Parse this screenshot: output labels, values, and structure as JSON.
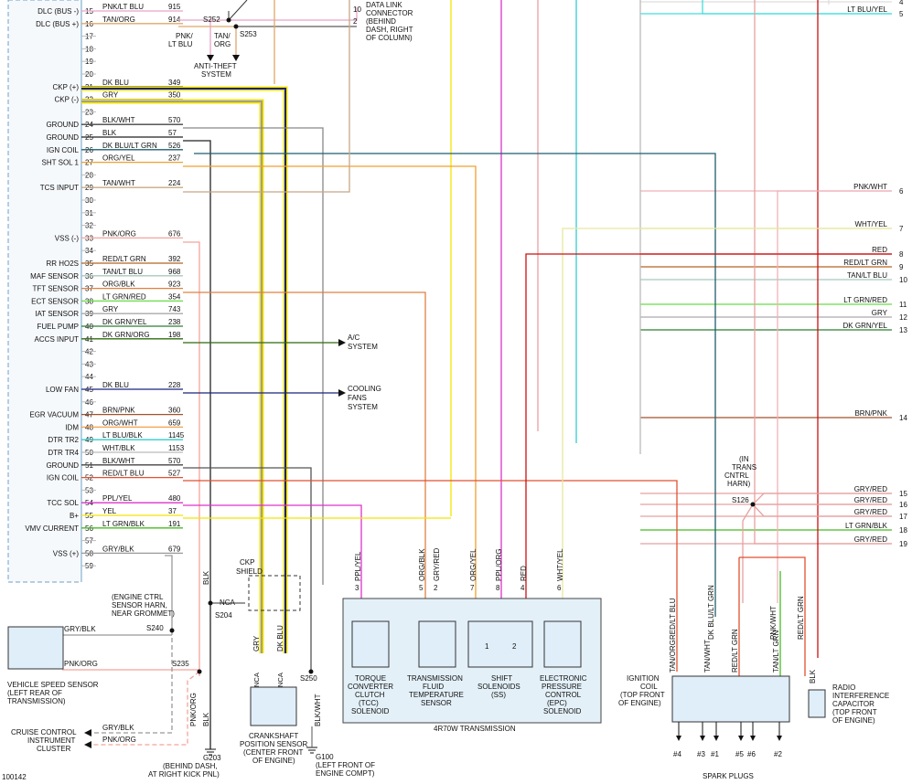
{
  "pcm_pins": [
    {
      "num": 15,
      "name": "DLC (BUS -)",
      "color_label": "PNK/LT BLU",
      "circuit": "915",
      "wire_color": "#e8a3c7"
    },
    {
      "num": 16,
      "name": "DLC (BUS +)",
      "color_label": "TAN/ORG",
      "circuit": "914",
      "wire_color": "#e0a86a"
    },
    {
      "num": 17,
      "name": "",
      "color_label": "",
      "circuit": "",
      "wire_color": ""
    },
    {
      "num": 18,
      "name": "",
      "color_label": "",
      "circuit": "",
      "wire_color": ""
    },
    {
      "num": 19,
      "name": "",
      "color_label": "",
      "circuit": "",
      "wire_color": ""
    },
    {
      "num": 20,
      "name": "",
      "color_label": "",
      "circuit": "",
      "wire_color": ""
    },
    {
      "num": 21,
      "name": "CKP (+)",
      "color_label": "DK BLU",
      "circuit": "349",
      "wire_color": "#1a237e"
    },
    {
      "num": 22,
      "name": "CKP (-)",
      "color_label": "GRY",
      "circuit": "350",
      "wire_color": "#9e9e9e"
    },
    {
      "num": 23,
      "name": "",
      "color_label": "",
      "circuit": "",
      "wire_color": ""
    },
    {
      "num": 24,
      "name": "GROUND",
      "color_label": "BLK/WHT",
      "circuit": "570",
      "wire_color": "#444444"
    },
    {
      "num": 25,
      "name": "GROUND",
      "color_label": "BLK",
      "circuit": "57",
      "wire_color": "#222222"
    },
    {
      "num": 26,
      "name": "IGN COIL",
      "color_label": "DK BLU/LT GRN",
      "circuit": "526",
      "wire_color": "#1f5e6e"
    },
    {
      "num": 27,
      "name": "SHT SOL 1",
      "color_label": "ORG/YEL",
      "circuit": "237",
      "wire_color": "#f0a030"
    },
    {
      "num": 28,
      "name": "",
      "color_label": "",
      "circuit": "",
      "wire_color": ""
    },
    {
      "num": 29,
      "name": "TCS INPUT",
      "color_label": "TAN/WHT",
      "circuit": "224",
      "wire_color": "#c8a884"
    },
    {
      "num": 30,
      "name": "",
      "color_label": "",
      "circuit": "",
      "wire_color": ""
    },
    {
      "num": 31,
      "name": "",
      "color_label": "",
      "circuit": "",
      "wire_color": ""
    },
    {
      "num": 32,
      "name": "",
      "color_label": "",
      "circuit": "",
      "wire_color": ""
    },
    {
      "num": 33,
      "name": "VSS (-)",
      "color_label": "PNK/ORG",
      "circuit": "676",
      "wire_color": "#f4a49a"
    },
    {
      "num": 34,
      "name": "",
      "color_label": "",
      "circuit": "",
      "wire_color": ""
    },
    {
      "num": 35,
      "name": "RR HO2S",
      "color_label": "RED/LT GRN",
      "circuit": "392",
      "wire_color": "#b5651d"
    },
    {
      "num": 36,
      "name": "MAF SENSOR",
      "color_label": "TAN/LT BLU",
      "circuit": "968",
      "wire_color": "#a8c8c0"
    },
    {
      "num": 37,
      "name": "TFT SENSOR",
      "color_label": "ORG/BLK",
      "circuit": "923",
      "wire_color": "#e08040"
    },
    {
      "num": 38,
      "name": "ECT SENSOR",
      "color_label": "LT GRN/RED",
      "circuit": "354",
      "wire_color": "#66dd44"
    },
    {
      "num": 39,
      "name": "IAT SENSOR",
      "color_label": "GRY",
      "circuit": "743",
      "wire_color": "#aaaaaa"
    },
    {
      "num": 40,
      "name": "FUEL PUMP",
      "color_label": "DK GRN/YEL",
      "circuit": "238",
      "wire_color": "#2e7d32"
    },
    {
      "num": 41,
      "name": "ACCS INPUT",
      "color_label": "DK GRN/ORG",
      "circuit": "198",
      "wire_color": "#2e6b10"
    },
    {
      "num": 42,
      "name": "",
      "color_label": "",
      "circuit": "",
      "wire_color": ""
    },
    {
      "num": 43,
      "name": "",
      "color_label": "",
      "circuit": "",
      "wire_color": ""
    },
    {
      "num": 44,
      "name": "",
      "color_label": "",
      "circuit": "",
      "wire_color": ""
    },
    {
      "num": 45,
      "name": "LOW FAN",
      "color_label": "DK BLU",
      "circuit": "228",
      "wire_color": "#1a237e"
    },
    {
      "num": 46,
      "name": "",
      "color_label": "",
      "circuit": "",
      "wire_color": ""
    },
    {
      "num": 47,
      "name": "EGR VACUUM",
      "color_label": "BRN/PNK",
      "circuit": "360",
      "wire_color": "#a0522d"
    },
    {
      "num": 48,
      "name": "IDM",
      "color_label": "ORG/WHT",
      "circuit": "659",
      "wire_color": "#f5a04a"
    },
    {
      "num": 49,
      "name": "DTR TR2",
      "color_label": "LT BLU/BLK",
      "circuit": "1145",
      "wire_color": "#33cccc"
    },
    {
      "num": 50,
      "name": "DTR TR4",
      "color_label": "WHT/BLK",
      "circuit": "1153",
      "wire_color": "#bbbbbb"
    },
    {
      "num": 51,
      "name": "GROUND",
      "color_label": "BLK/WHT",
      "circuit": "570",
      "wire_color": "#444444"
    },
    {
      "num": 52,
      "name": "IGN COIL",
      "color_label": "RED/LT BLU",
      "circuit": "527",
      "wire_color": "#e05030"
    },
    {
      "num": 53,
      "name": "",
      "color_label": "",
      "circuit": "",
      "wire_color": ""
    },
    {
      "num": 54,
      "name": "TCC SOL",
      "color_label": "PPL/YEL",
      "circuit": "480",
      "wire_color": "#dd33cc"
    },
    {
      "num": 55,
      "name": "B+",
      "color_label": "YEL",
      "circuit": "37",
      "wire_color": "#f5e400"
    },
    {
      "num": 56,
      "name": "VMV CURRENT",
      "color_label": "LT GRN/BLK",
      "circuit": "191",
      "wire_color": "#44bb22"
    },
    {
      "num": 57,
      "name": "",
      "color_label": "",
      "circuit": "",
      "wire_color": ""
    },
    {
      "num": 58,
      "name": "VSS (+)",
      "color_label": "GRY/BLK",
      "circuit": "679",
      "wire_color": "#999999"
    },
    {
      "num": 59,
      "name": "",
      "color_label": "",
      "circuit": "",
      "wire_color": ""
    }
  ],
  "right_terminals": [
    {
      "num": "4",
      "label": "",
      "color": "#dddddd"
    },
    {
      "num": "5",
      "label": "LT BLU/YEL",
      "color": "#44dddd"
    },
    {
      "num": "6",
      "label": "PNK/WHT",
      "color": "#f0b0b8"
    },
    {
      "num": "7",
      "label": "WHT/YEL",
      "color": "#e8e8a0"
    },
    {
      "num": "8",
      "label": "RED",
      "color": "#cc1111"
    },
    {
      "num": "9",
      "label": "RED/LT GRN",
      "color": "#b5651d"
    },
    {
      "num": "10",
      "label": "TAN/LT BLU",
      "color": "#a8c8c0"
    },
    {
      "num": "11",
      "label": "LT GRN/RED",
      "color": "#66dd44"
    },
    {
      "num": "12",
      "label": "GRY",
      "color": "#aaaaaa"
    },
    {
      "num": "13",
      "label": "DK GRN/YEL",
      "color": "#2e7d32"
    },
    {
      "num": "14",
      "label": "BRN/PNK",
      "color": "#a0522d"
    },
    {
      "num": "15",
      "label": "GRY/RED",
      "color": "#e8a0a0"
    },
    {
      "num": "16",
      "label": "GRY/RED",
      "color": "#e8a0a0"
    },
    {
      "num": "17",
      "label": "GRY/RED",
      "color": "#e8a0a0"
    },
    {
      "num": "18",
      "label": "LT GRN/BLK",
      "color": "#44bb22"
    },
    {
      "num": "19",
      "label": "GRY/RED",
      "color": "#e8a0a0"
    }
  ],
  "labels": {
    "dlc_connector": [
      "DATA LINK",
      "CONNECTOR",
      "(BEHIND",
      "DASH, RIGHT",
      "OF COLUMN)"
    ],
    "dlc_pin10": "10",
    "dlc_pin2": "2",
    "s252": "S252",
    "s253": "S253",
    "anti_theft_wire1": [
      "PNK/",
      "LT BLU"
    ],
    "anti_theft_wire2": [
      "TAN/",
      "ORG"
    ],
    "anti_theft": [
      "ANTI-THEFT",
      "SYSTEM"
    ],
    "ac_system": [
      "A/C",
      "SYSTEM"
    ],
    "cooling_fans": [
      "COOLING",
      "FANS",
      "SYSTEM"
    ],
    "in_trans_harness": [
      "(IN",
      "TRANS",
      "CNTRL",
      "HARN)"
    ],
    "s126": "S126",
    "ckp_shield": [
      "CKP",
      "SHIELD"
    ],
    "nca": "NCA",
    "s204": "S204",
    "blk": "BLK",
    "gry": "GRY",
    "dk_blu": "DK BLU",
    "s250": "S250",
    "blk_wht": "BLK/WHT",
    "ckp_sensor": [
      "CRANKSHAFT",
      "POSITION SENSOR",
      "(CENTER FRONT",
      "OF ENGINE)"
    ],
    "g100": [
      "G100",
      "(LEFT FRONT OF",
      "ENGINE COMPT)"
    ],
    "g203": [
      "G203",
      "(BEHIND DASH,",
      "AT RIGHT KICK PNL)"
    ],
    "engine_harness": [
      "(ENGINE CTRL",
      "SENSOR HARN,",
      "NEAR GROMMET)"
    ],
    "s240": "S240",
    "s235": "S235",
    "vss_gry_blk": "GRY/BLK",
    "vss_pnk_org": "PNK/ORG",
    "vss": [
      "VEHICLE SPEED SENSOR",
      "(LEFT REAR OF",
      "TRANSMISSION)"
    ],
    "pnk_org_vert": "PNK/ORG",
    "blk_vert": "BLK",
    "cruise": [
      "CRUISE CONTROL",
      "INSTRUMENT",
      "CLUSTER"
    ],
    "cruise_gry_blk": "GRY/BLK",
    "cruise_pnk_org": "PNK/ORG",
    "diagram_id": "100142",
    "trans_wires": [
      {
        "pin": "3",
        "color": "PPL/YEL"
      },
      {
        "pin": "5",
        "color": "ORG/BLK"
      },
      {
        "pin": "2",
        "color": "GRY/RED"
      },
      {
        "pin": "7",
        "color": "ORG/YEL"
      },
      {
        "pin": "8",
        "color": "PPL/ORG"
      },
      {
        "pin": "4",
        "color": "RED"
      },
      {
        "pin": "6",
        "color": "WHT/YEL"
      }
    ],
    "tcc": [
      "TORQUE",
      "CONVERTER",
      "CLUTCH",
      "(TCC)",
      "SOLENOID"
    ],
    "tft": [
      "TRANSMISSION",
      "FLUID",
      "TEMPERATURE",
      "SENSOR"
    ],
    "ss": [
      "SHIFT",
      "SOLENOIDS",
      "(SS)"
    ],
    "epc": [
      "ELECTRONIC",
      "PRESSURE",
      "CONTROL",
      "(EPC)",
      "SOLENOID"
    ],
    "ss1": "1",
    "ss2": "2",
    "trans_name": "4R70W TRANSMISSION",
    "coil_wires_top": [
      "RED/LT BLU",
      "DK BLU/LT GRN",
      "PNK/WHT",
      "RED/LT GRN"
    ],
    "coil_wires_bottom": [
      "TAN/ORG",
      "TAN/WHT",
      "RED/LT GRN",
      "TAN/LT GRN"
    ],
    "coil": [
      "IGNITION",
      "COIL",
      "(TOP FRONT",
      "OF ENGINE)"
    ],
    "plugs": [
      "#4",
      "#3",
      "#1",
      "#5",
      "#6",
      "#2"
    ],
    "spark_plugs": "SPARK PLUGS",
    "cap_blk": "BLK",
    "capacitor": [
      "RADIO",
      "INTERFERENCE",
      "CAPACITOR",
      "(TOP FRONT",
      "OF ENGINE)"
    ]
  }
}
